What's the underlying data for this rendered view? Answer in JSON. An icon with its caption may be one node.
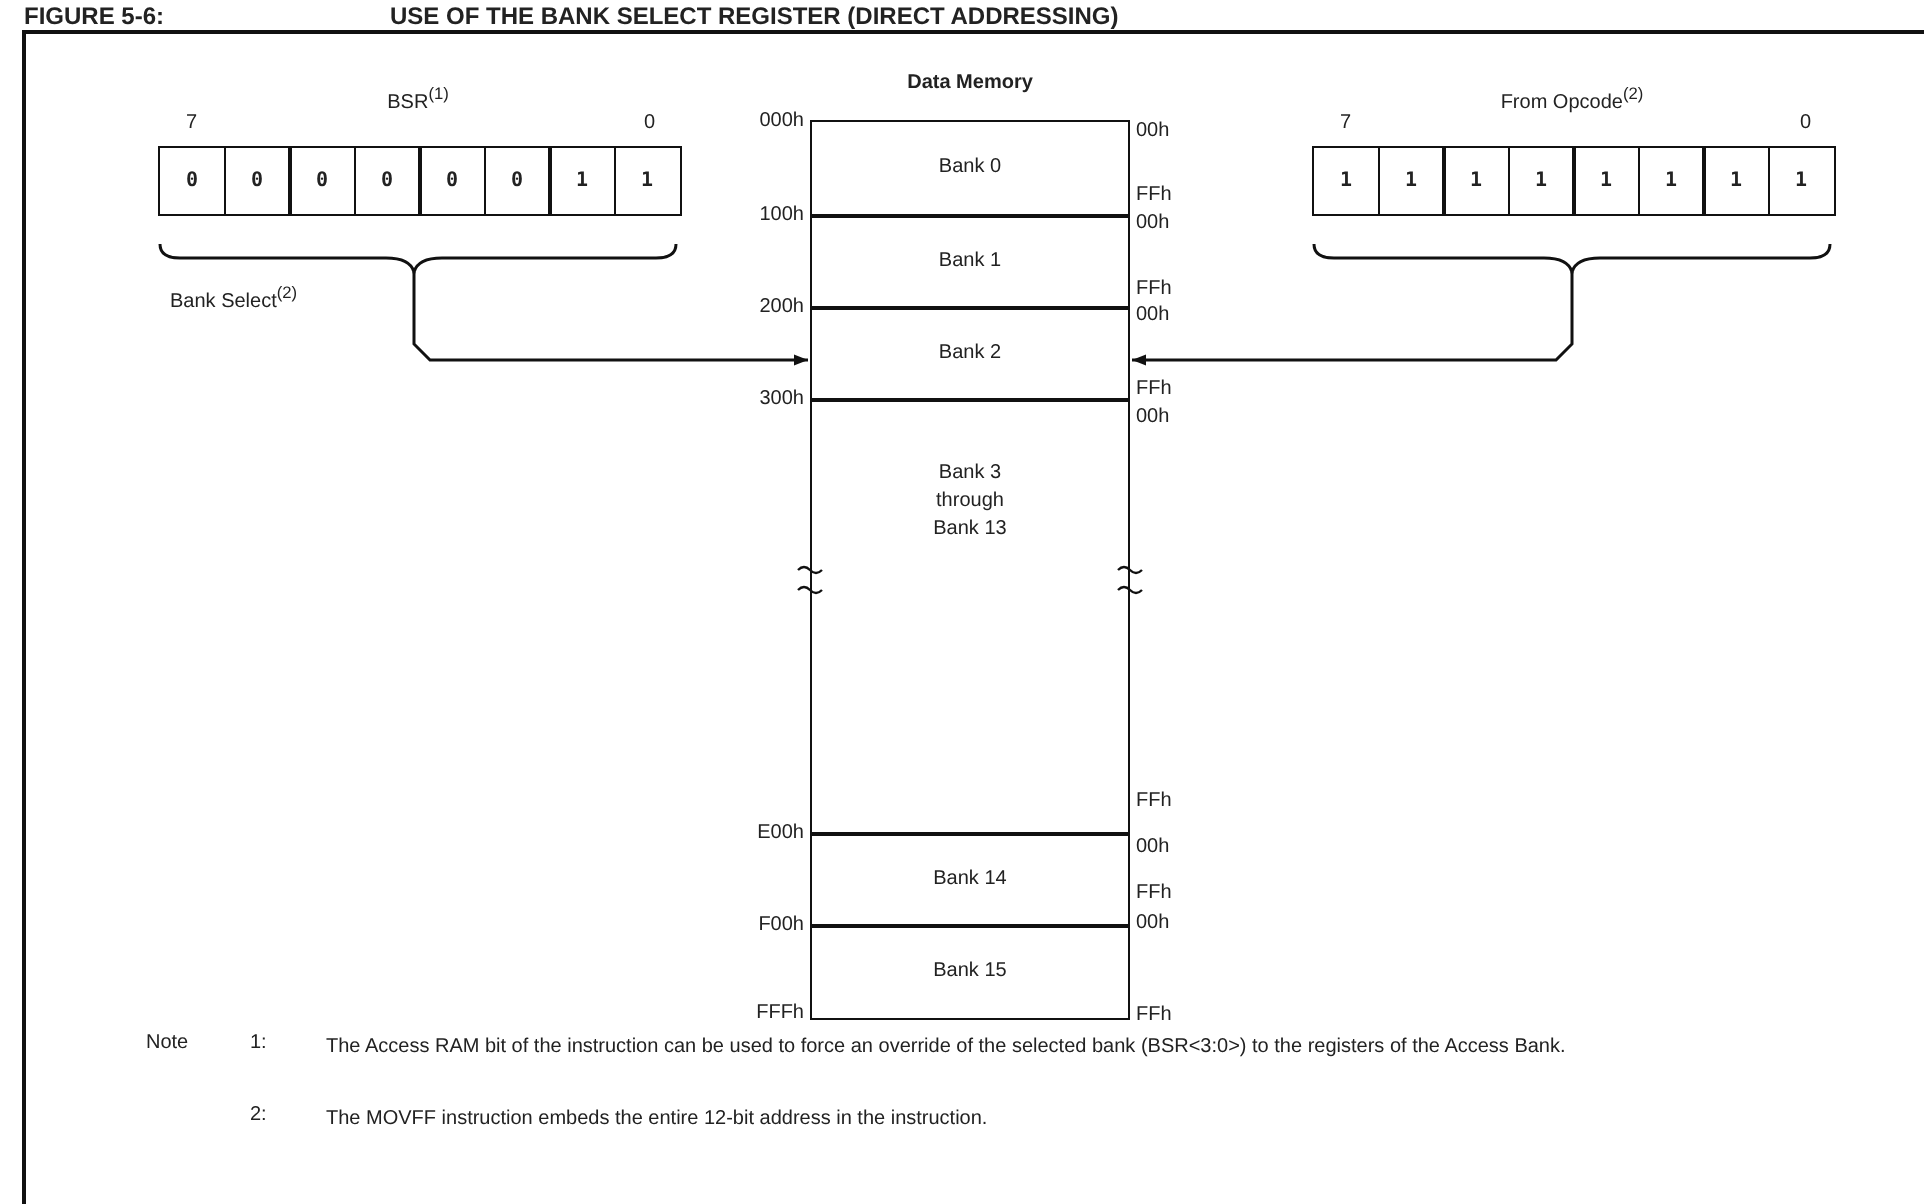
{
  "diagram": {
    "title": "USE OF THE BANK SELECT REGISTER (DIRECT ADDRESSING)",
    "nodes": [
      {
        "text": [
          "BSR$^{(1)}$"
        ]
      },
      {
        "text": [
          "0"
        ],
        "in": 0
      },
      {
        "text": [
          "0"
        ],
        "in": 0
      },
      {
        "text": [
          "0"
        ],
        "in": 0
      },
      {
        "text": [
          "0"
        ],
        "in": 0
      },
      {
        "text": [
          "0"
        ],
        "in": 0
      },
      {
        "text": [
          "0"
        ],
        "in": 0
      },
      {
        "text": [
          "1"
        ],
        "in": 0
      },
      {
        "text": [
          "1"
        ],
        "in": 0
      },
      {
        "text": [
          "Data Memory"
        ]
      },
      {
        "text": [
          "Bank 0"
        ],
        "in": 9
      },
      {
        "text": [
          "Bank 1"
        ],
        "in": 9
      },
      {
        "text": [
          "Bank 2"
        ],
        "in": 9
      },
      {
        "text": [
          "Bank 3 through Bank 13"
        ],
        "in": 9
      },
      {
        "text": [
          "Bank 14"
        ],
        "in": 9
      },
      {
        "text": [
          "Bank 15"
        ],
        "in": 9
      },
      {
        "text": [
          "From Opcode$^{(2)}$"
        ]
      },
      {
        "text": [
          "1"
        ],
        "in": 16
      },
      {
        "text": [
          "1"
        ],
        "in": 16
      },
      {
        "text": [
          "1"
        ],
        "in": 16
      },
      {
        "text": [
          "1"
        ],
        "in": 16
      },
      {
        "text": [
          "1"
        ],
        "in": 16
      },
      {
        "text": [
          "1"
        ],
        "in": 16
      },
      {
        "text": [
          "1"
        ],
        "in": 16
      },
      {
        "text": [
          "1"
        ],
        "in": 16
      }
    ],
    "edges": [
      {
        "from": 0,
        "to": 12,
        "arrow": "to"
      },
      {
        "from": 16,
        "to": 12,
        "arrow": "to"
      }
    ],
    "labels": [
      "FIGURE 5-6:",
      "7",
      "0",
      "Bank Select$^{(2)}$",
      "000h",
      "100h",
      "200h",
      "300h",
      "E00h",
      "F00h",
      "FFFh",
      "00h",
      "FFh",
      "00h",
      "FFh",
      "00h",
      "FFh",
      "00h",
      "FFh",
      "00h",
      "FFh",
      "00h",
      "FFh",
      "7",
      "0",
      "Note",
      "1:",
      "The Access RAM bit of the instruction can be used to force an override of the selected bank (BSR<3:0>) to the registers of the Access Bank.",
      "2:",
      "The MOVFF instruction embeds the entire 12-bit address in the instruction."
    ]
  }
}
